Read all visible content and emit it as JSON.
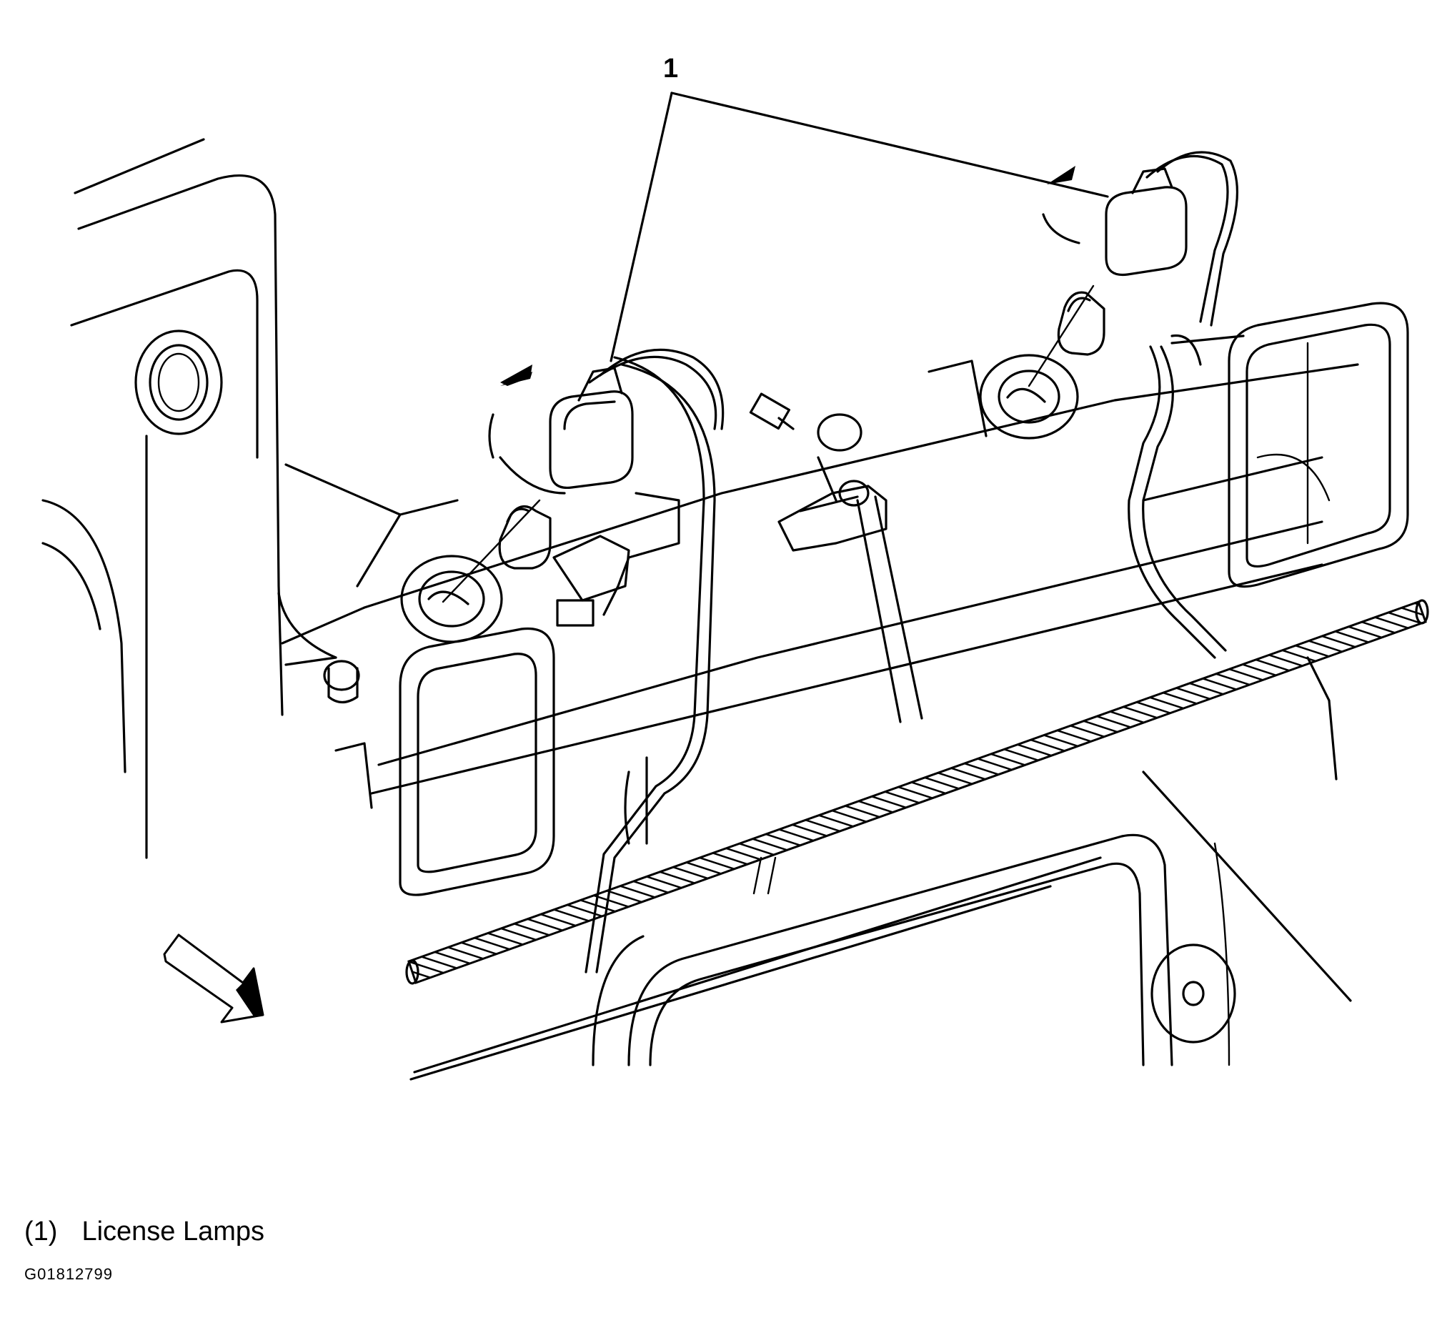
{
  "diagram": {
    "callout": "1",
    "legend": [
      {
        "key": "(1)",
        "label": "License Lamps"
      }
    ],
    "figure_id": "G01812799"
  }
}
